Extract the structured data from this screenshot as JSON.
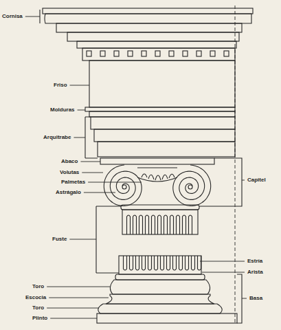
{
  "diagram": {
    "labels": [
      "Cornisa",
      "Friso",
      "Molduras",
      "Arquitrabe",
      "Abaco",
      "Volutas",
      "Palmetas",
      "Astrágalo",
      "Fuste",
      "Toro",
      "Escocia",
      "Toro",
      "Plinto",
      "Capitel",
      "Estría",
      "Arista",
      "Basa"
    ]
  }
}
